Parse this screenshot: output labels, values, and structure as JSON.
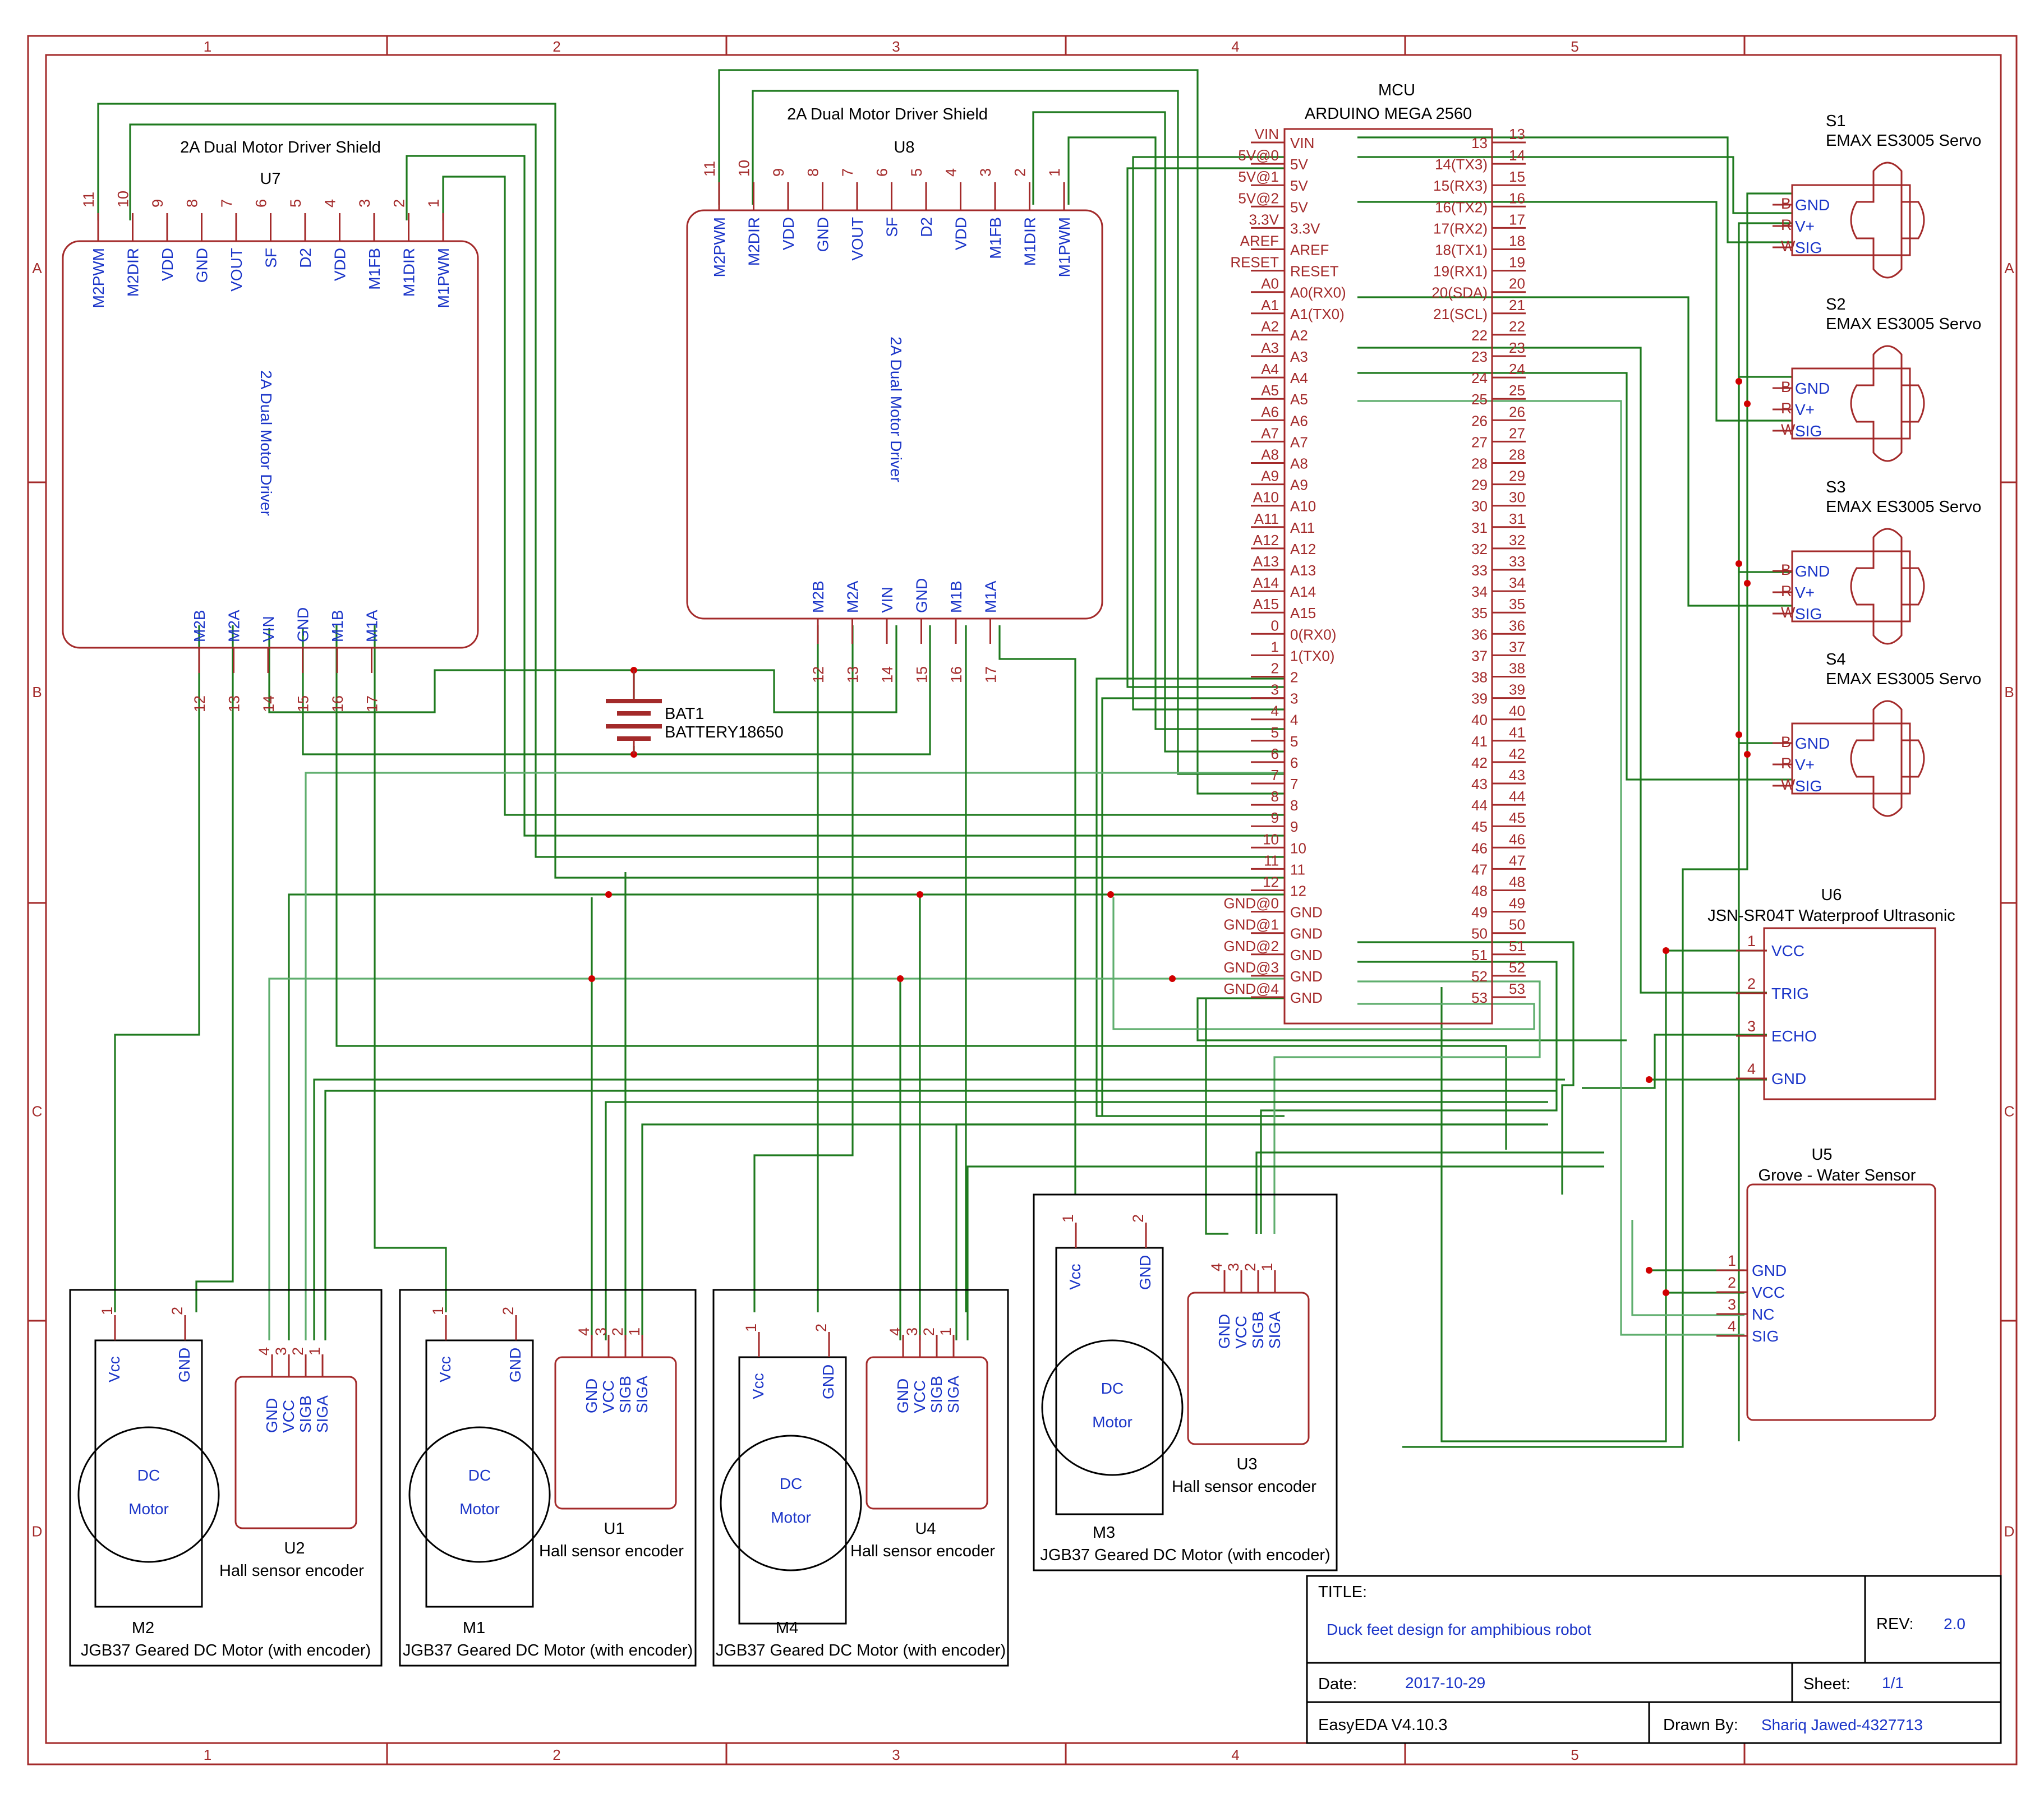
{
  "border": {
    "columns": [
      "1",
      "2",
      "3",
      "4",
      "5"
    ],
    "rows": [
      "A",
      "B",
      "C",
      "D"
    ]
  },
  "components": {
    "u7": {
      "ref": "U7",
      "name": "2A Dual Motor Driver Shield",
      "inner": "2A Dual Motor Driver",
      "top_pins": [
        {
          "num": "11",
          "name": "M2PWM"
        },
        {
          "num": "10",
          "name": "M2DIR"
        },
        {
          "num": "9",
          "name": "VDD"
        },
        {
          "num": "8",
          "name": "GND"
        },
        {
          "num": "7",
          "name": "VOUT"
        },
        {
          "num": "6",
          "name": "SF"
        },
        {
          "num": "5",
          "name": "D2"
        },
        {
          "num": "4",
          "name": "VDD"
        },
        {
          "num": "3",
          "name": "M1FB"
        },
        {
          "num": "2",
          "name": "M1DIR"
        },
        {
          "num": "1",
          "name": "M1PWM"
        }
      ],
      "bottom_pins": [
        {
          "num": "12",
          "name": "M2B"
        },
        {
          "num": "13",
          "name": "M2A"
        },
        {
          "num": "14",
          "name": "VIN"
        },
        {
          "num": "15",
          "name": "GND"
        },
        {
          "num": "16",
          "name": "M1B"
        },
        {
          "num": "17",
          "name": "M1A"
        }
      ]
    },
    "u8": {
      "ref": "U8",
      "name": "2A Dual Motor Driver Shield",
      "inner": "2A Dual Motor Driver",
      "top_pins": [
        {
          "num": "11",
          "name": "M2PWM"
        },
        {
          "num": "10",
          "name": "M2DIR"
        },
        {
          "num": "9",
          "name": "VDD"
        },
        {
          "num": "8",
          "name": "GND"
        },
        {
          "num": "7",
          "name": "VOUT"
        },
        {
          "num": "6",
          "name": "SF"
        },
        {
          "num": "5",
          "name": "D2"
        },
        {
          "num": "4",
          "name": "VDD"
        },
        {
          "num": "3",
          "name": "M1FB"
        },
        {
          "num": "2",
          "name": "M1DIR"
        },
        {
          "num": "1",
          "name": "M1PWM"
        }
      ],
      "bottom_pins": [
        {
          "num": "12",
          "name": "M2B"
        },
        {
          "num": "13",
          "name": "M2A"
        },
        {
          "num": "14",
          "name": "VIN"
        },
        {
          "num": "15",
          "name": "GND"
        },
        {
          "num": "16",
          "name": "M1B"
        },
        {
          "num": "17",
          "name": "M1A"
        }
      ]
    },
    "mcu": {
      "ref": "MCU",
      "name": "ARDUINO MEGA 2560",
      "left_outer": [
        "VIN",
        "5V@0",
        "5V@1",
        "5V@2",
        "3.3V",
        "AREF",
        "RESET",
        "A0",
        "A1",
        "A2",
        "A3",
        "A4",
        "A5",
        "A6",
        "A7",
        "A8",
        "A9",
        "A10",
        "A11",
        "A12",
        "A13",
        "A14",
        "A15",
        "0",
        "1",
        "2",
        "3",
        "4",
        "5",
        "6",
        "7",
        "8",
        "9",
        "10",
        "11",
        "12",
        "GND@0",
        "GND@1",
        "GND@2",
        "GND@3",
        "GND@4"
      ],
      "left_inner": [
        "VIN",
        "5V",
        "5V",
        "5V",
        "3.3V",
        "AREF",
        "RESET",
        "A0(RX0)",
        "A1(TX0)",
        "A2",
        "A3",
        "A4",
        "A5",
        "A6",
        "A7",
        "A8",
        "A9",
        "A10",
        "A11",
        "A12",
        "A13",
        "A14",
        "A15",
        "0(RX0)",
        "1(TX0)",
        "2",
        "3",
        "4",
        "5",
        "6",
        "7",
        "8",
        "9",
        "10",
        "11",
        "12",
        "GND",
        "GND",
        "GND",
        "GND",
        "GND"
      ],
      "right_inner": [
        "13",
        "14(TX3)",
        "15(RX3)",
        "16(TX2)",
        "17(RX2)",
        "18(TX1)",
        "19(RX1)",
        "20(SDA)",
        "21(SCL)",
        "22",
        "23",
        "24",
        "25",
        "26",
        "27",
        "28",
        "29",
        "30",
        "31",
        "32",
        "33",
        "34",
        "35",
        "36",
        "37",
        "38",
        "39",
        "40",
        "41",
        "42",
        "43",
        "44",
        "45",
        "46",
        "47",
        "48",
        "49",
        "50",
        "51",
        "52",
        "53"
      ],
      "right_outer": [
        "13",
        "14",
        "15",
        "16",
        "17",
        "18",
        "19",
        "20",
        "21",
        "22",
        "23",
        "24",
        "25",
        "26",
        "27",
        "28",
        "29",
        "30",
        "31",
        "32",
        "33",
        "34",
        "35",
        "36",
        "37",
        "38",
        "39",
        "40",
        "41",
        "42",
        "43",
        "44",
        "45",
        "46",
        "47",
        "48",
        "49",
        "50",
        "51",
        "52",
        "53"
      ]
    },
    "battery": {
      "ref": "BAT1",
      "name": "BATTERY18650"
    },
    "servos": [
      {
        "ref": "S1",
        "name": "EMAX ES3005 Servo"
      },
      {
        "ref": "S2",
        "name": "EMAX ES3005 Servo"
      },
      {
        "ref": "S3",
        "name": "EMAX ES3005 Servo"
      },
      {
        "ref": "S4",
        "name": "EMAX ES3005 Servo"
      }
    ],
    "servo_pins": [
      "GND",
      "V+",
      "SIG"
    ],
    "servo_pin_nums": [
      "B",
      "R",
      "W"
    ],
    "u6": {
      "ref": "U6",
      "name": "JSN-SR04T Waterproof Ultrasonic",
      "pins": [
        {
          "num": "1",
          "name": "VCC"
        },
        {
          "num": "2",
          "name": "TRIG"
        },
        {
          "num": "3",
          "name": "ECHO"
        },
        {
          "num": "4",
          "name": "GND"
        }
      ]
    },
    "u5": {
      "ref": "U5",
      "name": "Grove - Water Sensor",
      "pins": [
        {
          "num": "1",
          "name": "GND"
        },
        {
          "num": "2",
          "name": "VCC"
        },
        {
          "num": "3",
          "name": "NC"
        },
        {
          "num": "4",
          "name": "SIG"
        }
      ]
    },
    "motors": [
      {
        "motor_ref": "M2",
        "enc_ref": "U2",
        "label": "JGB37 Geared DC Motor (with encoder)"
      },
      {
        "motor_ref": "M1",
        "enc_ref": "U1",
        "label": "JGB37 Geared DC Motor (with encoder)"
      },
      {
        "motor_ref": "M4",
        "enc_ref": "U4",
        "label": "JGB37 Geared DC Motor (with encoder)"
      },
      {
        "motor_ref": "M3",
        "enc_ref": "U3",
        "label": "JGB37 Geared DC Motor (with encoder)"
      }
    ],
    "motor_text": [
      "DC",
      "Motor"
    ],
    "motor_pins": [
      {
        "num": "1",
        "name": "Vcc"
      },
      {
        "num": "2",
        "name": "GND"
      }
    ],
    "encoder_pins": [
      {
        "num": "4",
        "name": "GND"
      },
      {
        "num": "3",
        "name": "VCC"
      },
      {
        "num": "2",
        "name": "SIGB"
      },
      {
        "num": "1",
        "name": "SIGA"
      }
    ],
    "encoder_label": "Hall sensor encoder"
  },
  "title_block": {
    "title_label": "TITLE:",
    "title": "Duck feet design for amphibious robot",
    "rev_label": "REV:",
    "rev": "2.0",
    "date_label": "Date:",
    "date": "2017-10-29",
    "sheet_label": "Sheet:",
    "sheet": "1/1",
    "tool": "EasyEDA V4.10.3",
    "drawn_label": "Drawn By:",
    "drawn_by": "Shariq Jawed-4327713"
  },
  "colors": {
    "frame": "#a32a2a",
    "wire": "#1f7a1f",
    "wire_light": "#5fae6e",
    "text_blue": "#1a34c8",
    "junction": "#d00000"
  }
}
